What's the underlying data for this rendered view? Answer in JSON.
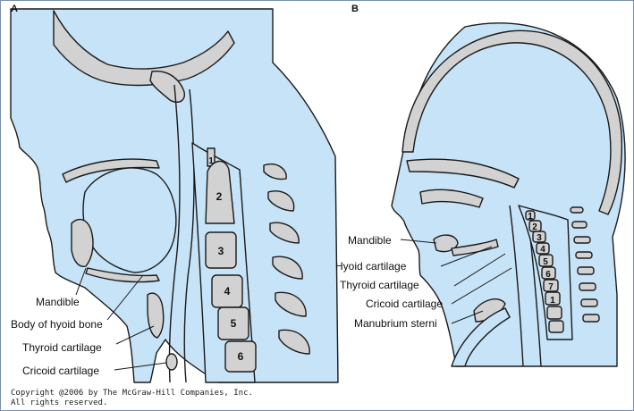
{
  "panels": {
    "a": {
      "letter": "A"
    },
    "b": {
      "letter": "B"
    }
  },
  "labels_a": {
    "mandible": "Mandible",
    "hyoid": "Body of hyoid bone",
    "thyroid": "Thyroid cartilage",
    "cricoid": "Cricoid cartilage"
  },
  "vertebrae_a": [
    "1",
    "2",
    "3",
    "4",
    "5",
    "6"
  ],
  "labels_b": {
    "mandible": "Mandible",
    "hyoid": "Hyoid cartilage",
    "thyroid": "Thyroid cartilage",
    "cricoid": "Cricoid cartilage",
    "manubrium": "Manubrium sterni"
  },
  "vertebrae_b": [
    "1",
    "2",
    "3",
    "4",
    "5",
    "6",
    "7",
    "1"
  ],
  "copyright": {
    "line1": "Copyright @2006 by The McGraw-Hill Companies, Inc.",
    "line2": "All rights reserved."
  },
  "colors": {
    "tissue": "#c6e3f7",
    "bone": "#d2d2d2",
    "outline": "#1a1a1a",
    "frame": "#7a8fb0"
  }
}
